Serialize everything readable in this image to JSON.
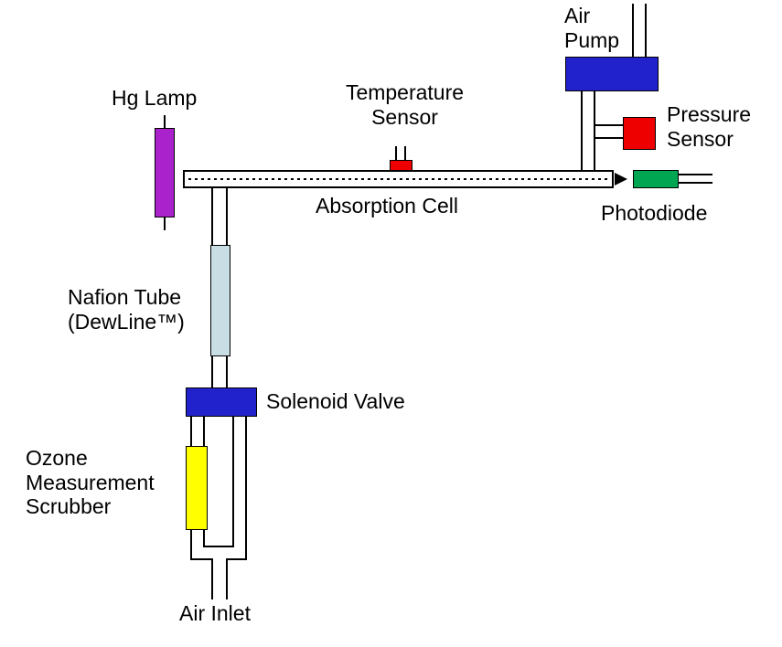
{
  "labels": {
    "air_pump": "Air\nPump",
    "pressure_sensor": "Pressure\nSensor",
    "hg_lamp": "Hg Lamp",
    "temperature_sensor": "Temperature\nSensor",
    "absorption_cell": "Absorption Cell",
    "photodiode": "Photodiode",
    "nafion_tube": "Nafion Tube\n(DewLine™)",
    "solenoid_valve": "Solenoid Valve",
    "ozone_scrubber": "Ozone\nMeasurement\nScrubber",
    "air_inlet": "Air Inlet"
  },
  "colors": {
    "pump_valve_blue": "#2222cc",
    "sensor_red": "#ee0000",
    "lamp_purple": "#aa22cc",
    "photodiode_green": "#00a651",
    "nafion_pale_blue": "#c8dee4",
    "scrubber_yellow": "#ffff00",
    "line_black": "#000000"
  }
}
